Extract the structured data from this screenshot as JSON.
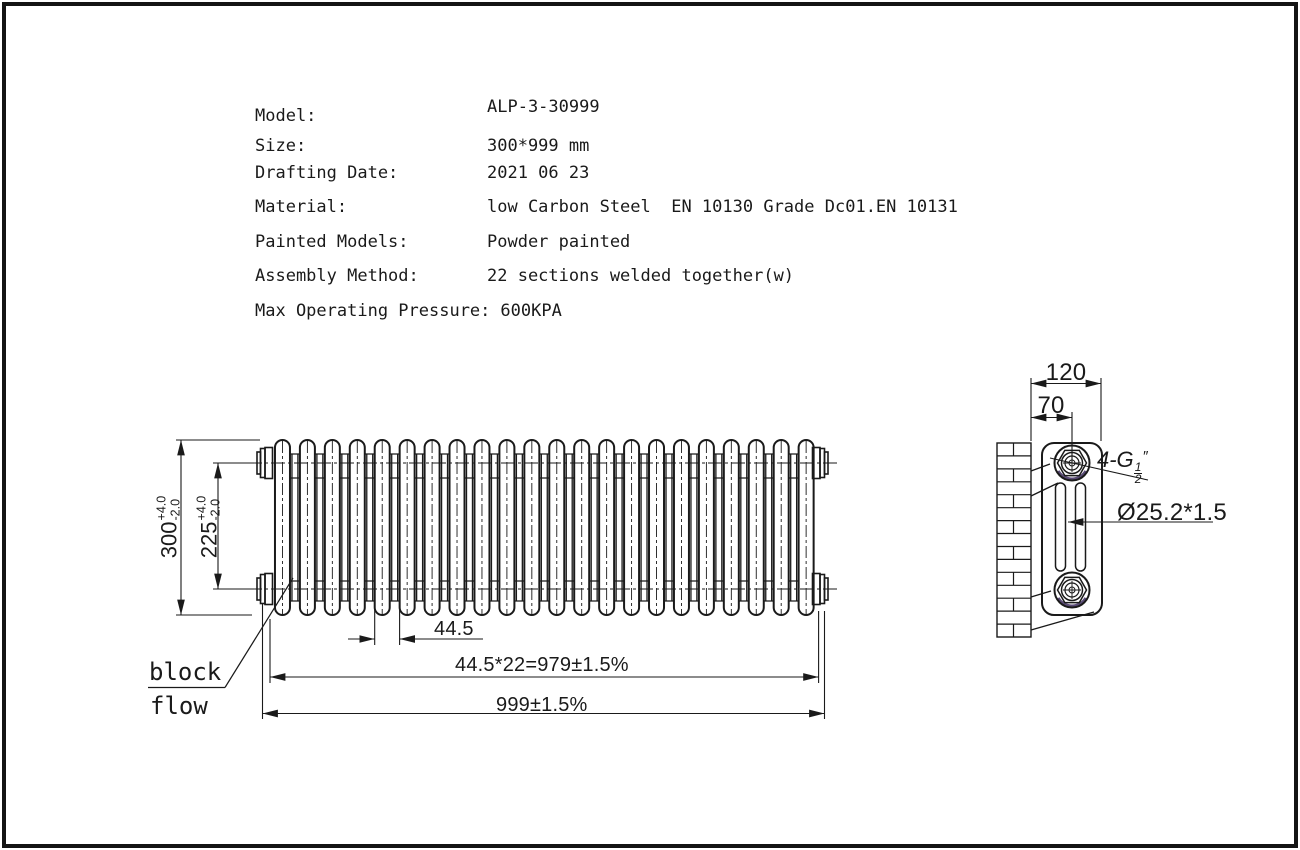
{
  "spec": {
    "rows": [
      {
        "label": "Model:",
        "value": "ALP-3-30999"
      },
      {
        "label": "Size:",
        "value": "300*999 mm"
      },
      {
        "label": "Drafting Date:",
        "value": "2021 06 23"
      },
      {
        "label": "Material:",
        "value": "low Carbon Steel  EN 10130 Grade Dc01.EN 10131"
      },
      {
        "label": "Painted Models:",
        "value": "Powder painted"
      },
      {
        "label": "Assembly Method:",
        "value": "22 sections welded together(w)"
      },
      {
        "label": "Max Operating Pressure:",
        "value": "600KPA"
      }
    ]
  },
  "front_view": {
    "sections": 22,
    "dim_height": {
      "value": "300",
      "plus": "+4.0",
      "minus": "-2.0"
    },
    "dim_pitch_height": {
      "value": "225",
      "plus": "+4.0",
      "minus": "-2.0"
    },
    "dim_section_pitch": "44.5",
    "dim_sections_total": "44.5*22=979±1.5%",
    "dim_overall_length": "999±1.5%",
    "label_block": "block",
    "label_flow": "flow"
  },
  "side_view": {
    "brick_courses": 15,
    "dim_depth": "120",
    "dim_wall_to_center": "70",
    "thread_label": {
      "text": "4-G",
      "num": "1",
      "den": "2",
      "unit": "″"
    },
    "tube_label": "Ø25.2*1.5"
  },
  "colors": {
    "line": "#1a1a1a",
    "accent_arc": "#3d2b5e",
    "background": "#ffffff"
  }
}
